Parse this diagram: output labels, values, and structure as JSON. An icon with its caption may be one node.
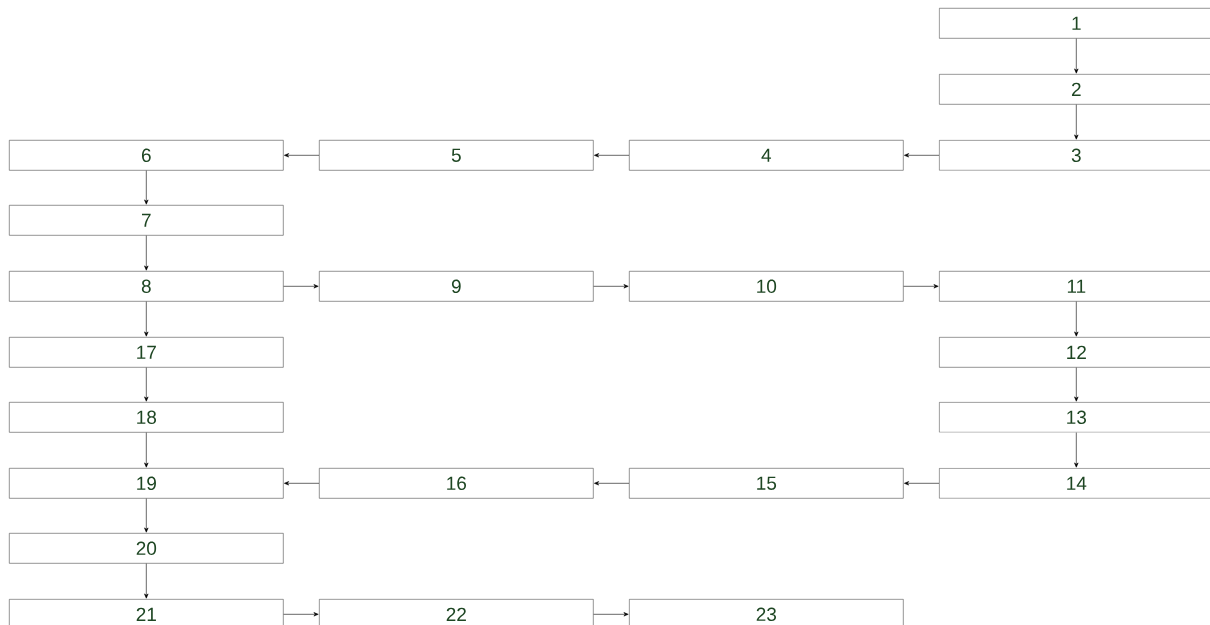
{
  "diagram": {
    "nodes": [
      {
        "text": [
          "1"
        ]
      },
      {
        "text": [
          "2"
        ]
      },
      {
        "text": [
          "3"
        ]
      },
      {
        "text": [
          "4"
        ]
      },
      {
        "text": [
          "5"
        ]
      },
      {
        "text": [
          "6"
        ]
      },
      {
        "text": [
          "7"
        ]
      },
      {
        "text": [
          "8"
        ]
      },
      {
        "text": [
          "9"
        ]
      },
      {
        "text": [
          "10"
        ]
      },
      {
        "text": [
          "11"
        ]
      },
      {
        "text": [
          "12"
        ]
      },
      {
        "text": [
          "13"
        ]
      },
      {
        "text": [
          "14"
        ]
      },
      {
        "text": [
          "15"
        ]
      },
      {
        "text": [
          "16"
        ]
      },
      {
        "text": [
          "17"
        ]
      },
      {
        "text": [
          "18"
        ]
      },
      {
        "text": [
          "19"
        ]
      },
      {
        "text": [
          "20"
        ]
      },
      {
        "text": [
          "21"
        ]
      },
      {
        "text": [
          "22"
        ]
      },
      {
        "text": [
          "23"
        ]
      }
    ],
    "edges": [
      {
        "from": 0,
        "to": 1,
        "arrow": "to"
      },
      {
        "from": 1,
        "to": 2,
        "arrow": "to"
      },
      {
        "from": 2,
        "to": 3,
        "arrow": "to"
      },
      {
        "from": 3,
        "to": 4,
        "arrow": "to"
      },
      {
        "from": 4,
        "to": 5,
        "arrow": "to"
      },
      {
        "from": 5,
        "to": 6,
        "arrow": "to"
      },
      {
        "from": 6,
        "to": 7,
        "arrow": "to"
      },
      {
        "from": 7,
        "to": 8,
        "arrow": "to"
      },
      {
        "from": 8,
        "to": 9,
        "arrow": "to"
      },
      {
        "from": 9,
        "to": 10,
        "arrow": "to"
      },
      {
        "from": 10,
        "to": 11,
        "arrow": "to"
      },
      {
        "from": 11,
        "to": 12,
        "arrow": "to"
      },
      {
        "from": 12,
        "to": 13,
        "arrow": "to"
      },
      {
        "from": 13,
        "to": 14,
        "arrow": "to"
      },
      {
        "from": 14,
        "to": 15,
        "arrow": "to"
      },
      {
        "from": 15,
        "to": 18,
        "arrow": "to"
      },
      {
        "from": 7,
        "to": 16,
        "arrow": "to"
      },
      {
        "from": 16,
        "to": 17,
        "arrow": "to"
      },
      {
        "from": 17,
        "to": 18,
        "arrow": "to"
      },
      {
        "from": 18,
        "to": 19,
        "arrow": "to"
      },
      {
        "from": 19,
        "to": 20,
        "arrow": "to"
      },
      {
        "from": 20,
        "to": 21,
        "arrow": "to"
      },
      {
        "from": 21,
        "to": 22,
        "arrow": "to"
      }
    ]
  }
}
